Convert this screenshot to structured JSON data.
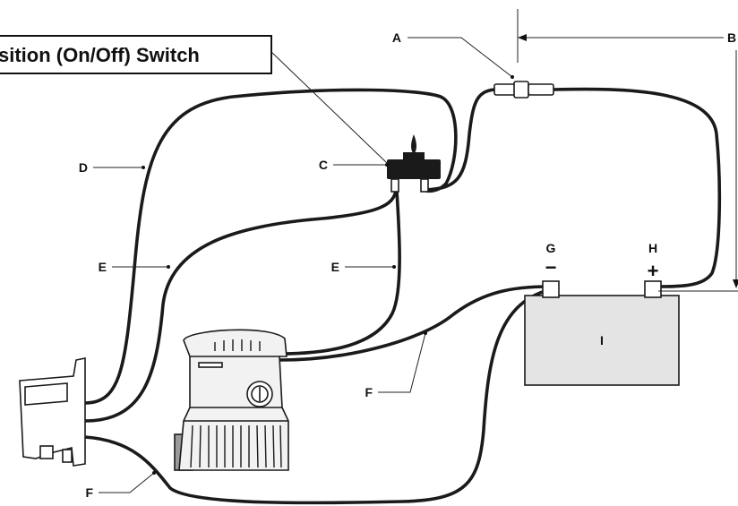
{
  "switch_box": {
    "title": "sition (On/Off) Switch"
  },
  "labels": {
    "a": "A",
    "b": "B",
    "c": "C",
    "d": "D",
    "e1": "E",
    "e2": "E",
    "f1": "F",
    "f2": "F",
    "g": "G",
    "h": "H",
    "i": "I"
  },
  "terminals": {
    "negative": "−",
    "positive": "+"
  },
  "colors": {
    "wire": "#1a1a1a",
    "battery_fill": "#e4e4e4",
    "pump_fill": "#f2f2f2",
    "float_switch_fill": "#ffffff"
  },
  "parts": {
    "fuse_holder": "fuse-holder-icon",
    "toggle_switch": "toggle-switch-icon",
    "bilge_pump": "bilge-pump-icon",
    "float_switch": "float-switch-icon",
    "battery": "battery-icon"
  }
}
